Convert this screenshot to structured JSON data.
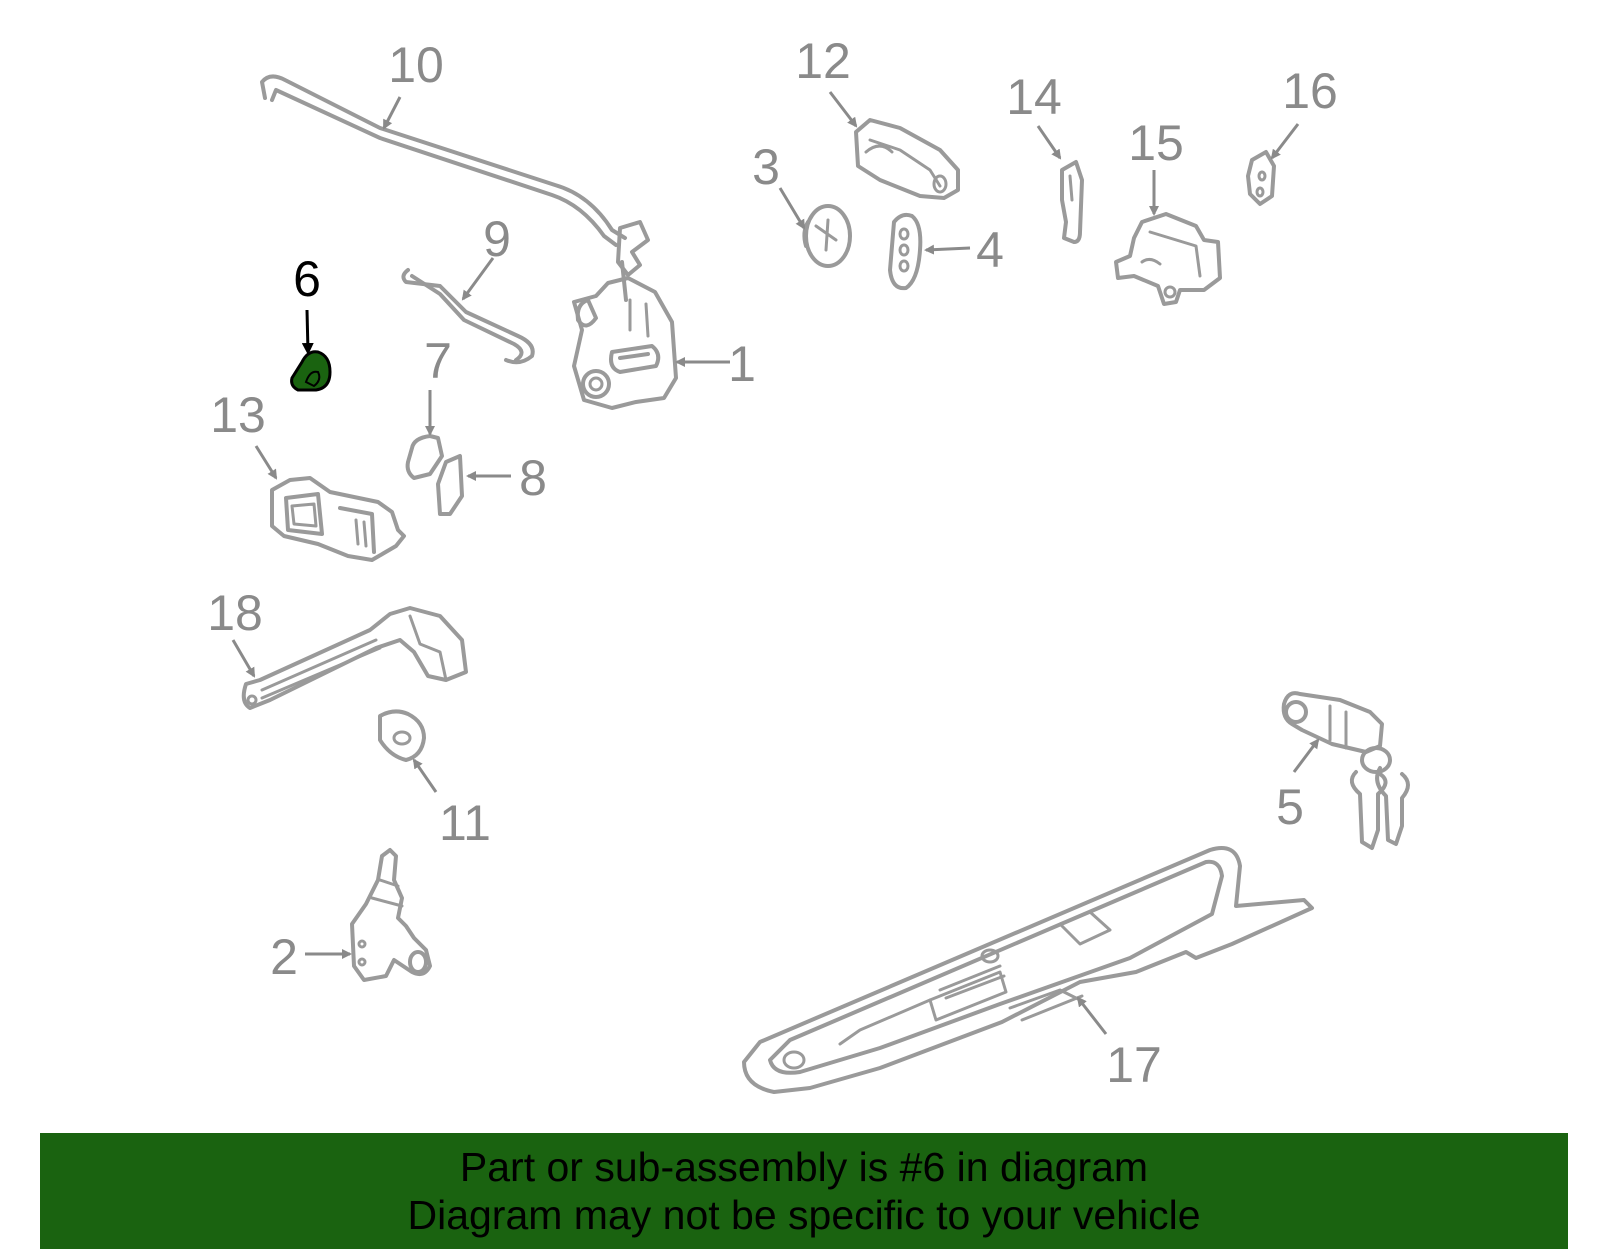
{
  "callouts": {
    "c1": "1",
    "c2": "2",
    "c3": "3",
    "c4": "4",
    "c5": "5",
    "c6": "6",
    "c7": "7",
    "c8": "8",
    "c9": "9",
    "c10": "10",
    "c11": "11",
    "c12": "12",
    "c13": "13",
    "c14": "14",
    "c15": "15",
    "c16": "16",
    "c17": "17",
    "c18": "18"
  },
  "highlight": {
    "part": "6",
    "color": "#1a6310"
  },
  "banner": {
    "line1": "Part or sub-assembly is #6 in diagram",
    "line2": "Diagram may not be specific to your vehicle",
    "background": "#1a6310"
  }
}
